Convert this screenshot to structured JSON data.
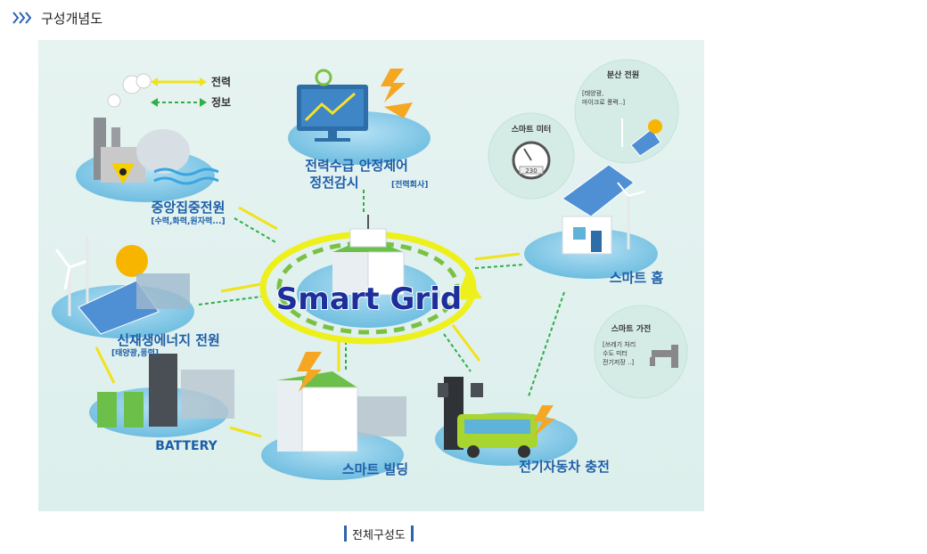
{
  "header": {
    "title": "구성개념도"
  },
  "legend": {
    "power": "전력",
    "info": "정보"
  },
  "nodes": {
    "control_line1": "전력수급 안정제어",
    "control_line2": "정전감시",
    "control_sub": "[전력회사]",
    "central": "중앙집중전원",
    "central_sub": "[수력,화력,원자력...]",
    "renew": "신재생에너지 전원",
    "renew_sub": "[태양광,풍력]",
    "battery": "BATTERY",
    "building": "스마트 빌딩",
    "ev": "전기자동차 충전",
    "home": "스마트 홈",
    "meter": "스마트 미터",
    "meter_value": "230",
    "dist": "분산 전원",
    "dist_sub1": "[태양광,",
    "dist_sub2": "마이크로 풍력..]",
    "appliance": "스마트 가전",
    "appliance_sub1": "[쓰레기 처리",
    "appliance_sub2": "수도 미터",
    "appliance_sub3": "전기저장 ..]",
    "hub": "Smart Grid"
  },
  "caption": "전체구성도",
  "colors": {
    "bg": "#e3f1ef",
    "platform": "#8ccbe8",
    "label": "#1d5ea8",
    "power": "#f0e21b",
    "info": "#2fae4a",
    "ring": "#eef01c"
  }
}
